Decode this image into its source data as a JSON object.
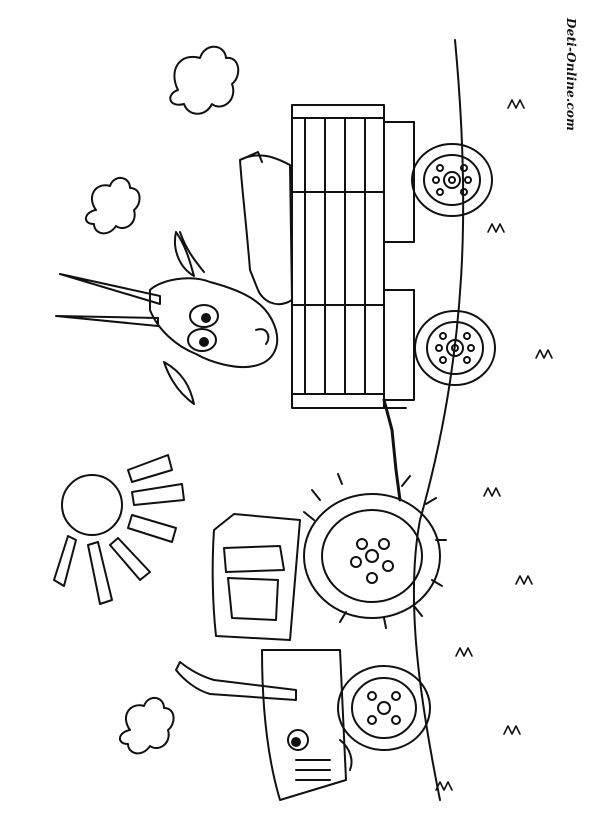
{
  "watermark": "Deti-Online.com",
  "colors": {
    "ink": "#111111",
    "paper": "#ffffff"
  },
  "subjects": [
    "goat",
    "tractor",
    "trailer",
    "sun",
    "clouds",
    "grass"
  ]
}
